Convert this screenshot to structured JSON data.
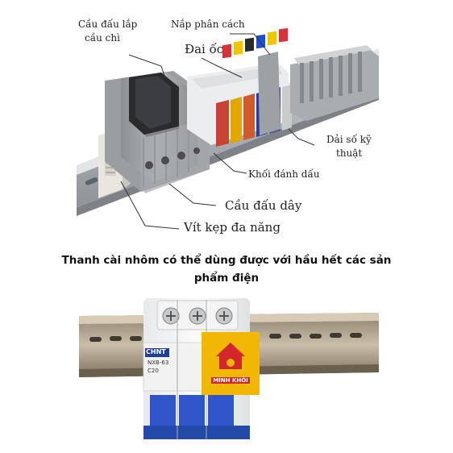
{
  "labels": {
    "cau_dau_lap_cau_chi_line1": "Cầu đấu lắp",
    "cau_dau_lap_cau_chi_line2": "cầu chì",
    "nap_phan_cach": "Nắp phân cách",
    "dai_oc": "Đai ốc",
    "dai_so_ky_thuat_line1": "Dải số kỹ",
    "dai_so_ky_thuat_line2": "thuật",
    "khoi_danh_dau": "Khối đánh dấu",
    "cau_dau_day": "Cầu đấu dây",
    "vit_kep_da_nang": "Vít kẹp đa năng"
  },
  "caption": {
    "line1": "Thanh cài nhôm có thể dùng được với hầu hết các sản",
    "line2": "phẩm điện"
  },
  "breaker": {
    "brand": "CHNT",
    "model": "NXB-63",
    "rating": "C20"
  },
  "logo": {
    "name": "MINH KHÔI"
  },
  "colors": {
    "logo_bg": "#f2b705",
    "logo_red": "#d2282b",
    "breaker_blue": "#2f55c8",
    "rail_silver": "#b8bcc0"
  }
}
